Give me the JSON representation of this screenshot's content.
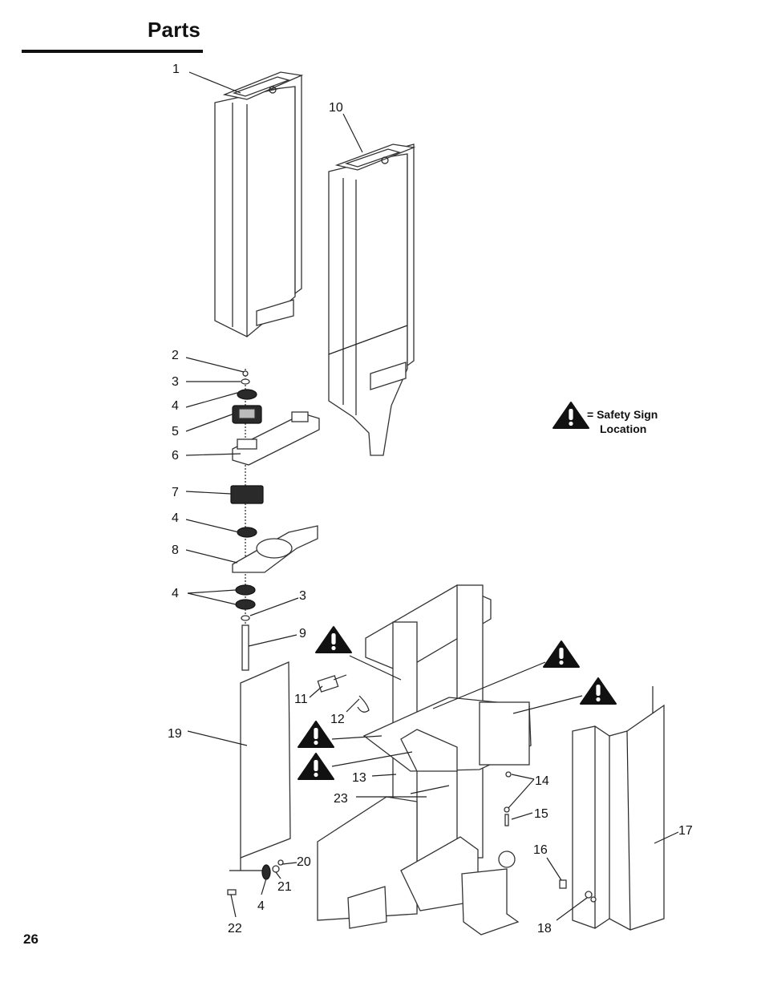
{
  "header": {
    "title": "Parts"
  },
  "footer": {
    "page_number": "26"
  },
  "legend": {
    "line1": "= Safety Sign",
    "line2": "Location",
    "icon": "warning-triangle-icon"
  },
  "callouts": [
    "1",
    "10",
    "2",
    "3",
    "4",
    "5",
    "6",
    "7",
    "4",
    "8",
    "4",
    "3",
    "9",
    "11",
    "12",
    "19",
    "13",
    "23",
    "14",
    "15",
    "16",
    "17",
    "18",
    "20",
    "21",
    "4",
    "22"
  ]
}
